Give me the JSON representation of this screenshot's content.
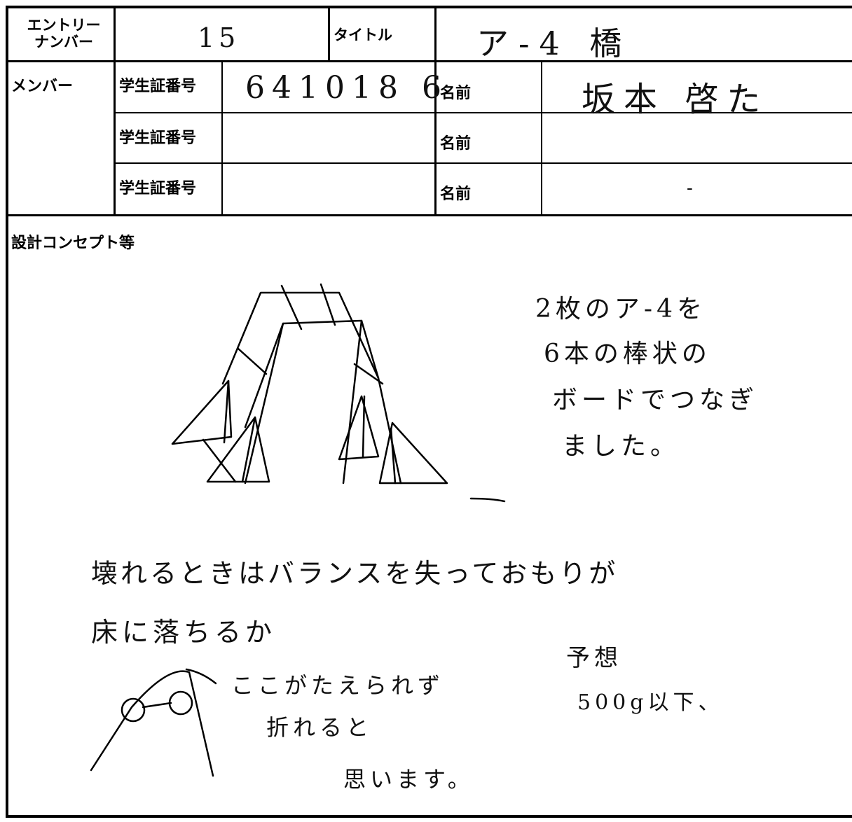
{
  "header": {
    "entry_label_line1": "エントリー",
    "entry_label_line2": "ナンバー",
    "entry_number": "15",
    "title_label": "タイトル",
    "title_value": "ア-4 橋"
  },
  "members": {
    "label": "メンバー",
    "rows": [
      {
        "id_label": "学生証番号",
        "id_value": "641018 6",
        "name_label": "名前",
        "name_value": "坂本 啓た"
      },
      {
        "id_label": "学生証番号",
        "id_value": "",
        "name_label": "名前",
        "name_value": ""
      },
      {
        "id_label": "学生証番号",
        "id_value": "",
        "name_label": "名前",
        "name_value": "-"
      }
    ]
  },
  "concept": {
    "label": "設計コンセプト等",
    "note_lines": [
      "2枚のア-4を",
      "6本の棒状の",
      "ボードでつなぎ",
      "ました。"
    ],
    "failure_lines": [
      "壊れるときはバランスを失っておもりが",
      "床に落ちるか"
    ],
    "joint_note_lines": [
      "ここがたえられず",
      "折れると",
      "思います。"
    ],
    "prediction_lines": [
      "予想",
      "500g以下、"
    ]
  }
}
